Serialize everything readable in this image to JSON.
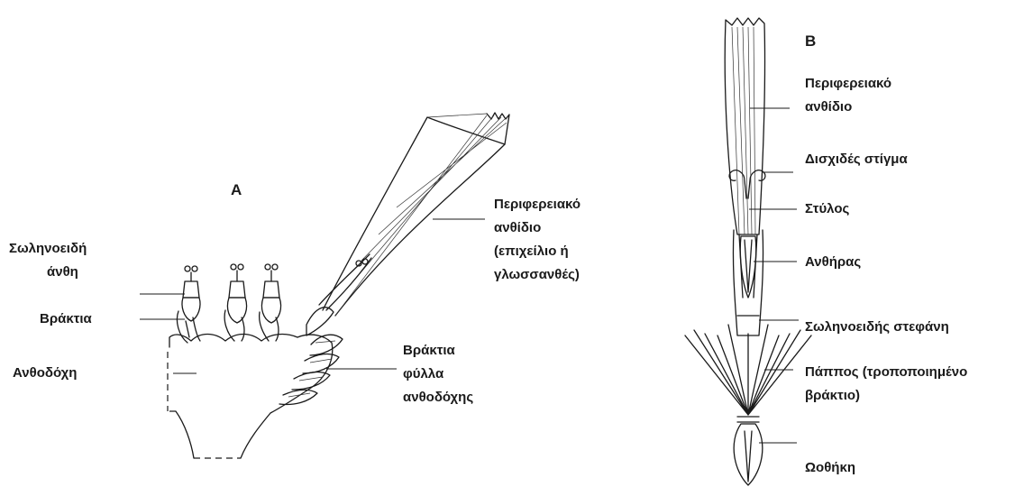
{
  "panel_a": {
    "letter": "A",
    "labels": {
      "tubular_flowers": [
        "Σωληνοειδή",
        "άνθη"
      ],
      "bracts": "Βράκτια",
      "receptacle": "Ανθοδόχη",
      "ray_floret": [
        "Περιφερειακό",
        "ανθίδιο",
        "(επιχείλιο ή",
        "γλωσσανθές)"
      ],
      "involucral_bracts": [
        "Βράκτια",
        "φύλλα",
        "ανθοδόχης"
      ]
    }
  },
  "panel_b": {
    "letter": "B",
    "labels": {
      "ray_floret": [
        "Περιφερειακό",
        "ανθίδιο"
      ],
      "stigma": "Δισχιδές στίγμα",
      "style": "Στύλος",
      "anther": "Ανθήρας",
      "corolla": "Σωληνοειδής στεφάνη",
      "pappus": [
        "Πάππος (τροποποιημένο",
        "βράκτιο)"
      ],
      "ovary": "Ωοθήκη"
    }
  }
}
